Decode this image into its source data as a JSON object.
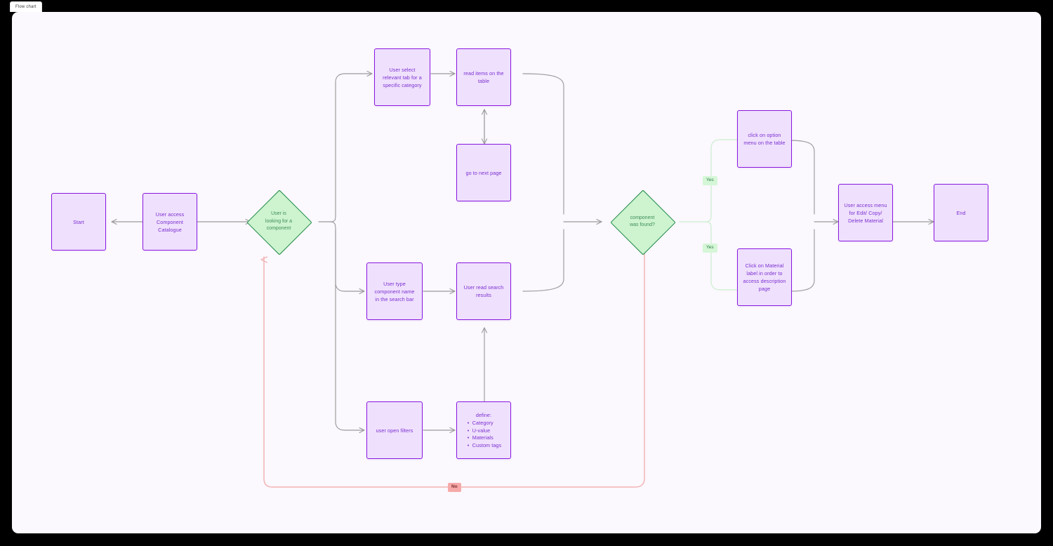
{
  "window": {
    "tab_label": "Flow chart",
    "canvas_bg": "#fbf8fe"
  },
  "colors": {
    "process_fill": "#efe0fd",
    "process_border": "#8a17e0",
    "process_text": "#7b2fd0",
    "decision_fill": "#cdf3cf",
    "decision_border": "#17883f",
    "decision_text": "#3f8f57",
    "edge_default": "#9a9a9a",
    "edge_yes": "#d7f2d9",
    "edge_no": "#f6bfbf",
    "label_yes_bg": "#d5f7d7",
    "label_no_bg": "#f7a9a9"
  },
  "chart_data": {
    "type": "diagram",
    "title": "Flow chart",
    "nodes": [
      {
        "id": "start",
        "shape": "process",
        "text": "Start"
      },
      {
        "id": "access",
        "shape": "process",
        "text": "User access\nComponent\nCatalogue"
      },
      {
        "id": "looking",
        "shape": "decision",
        "text": "User is\nlooking for a\ncomponent"
      },
      {
        "id": "select-tab",
        "shape": "process",
        "text": "User select\nrelevant tab for a\nspecific category"
      },
      {
        "id": "read-items",
        "shape": "process",
        "text": "read items on the\ntable"
      },
      {
        "id": "next-page",
        "shape": "process",
        "text": "go to next page"
      },
      {
        "id": "type-name",
        "shape": "process",
        "text": "User type\ncomponent name\nin the search bar"
      },
      {
        "id": "read-results",
        "shape": "process",
        "text": "User read search\nresults"
      },
      {
        "id": "open-filters",
        "shape": "process",
        "text": "user open filters"
      },
      {
        "id": "define",
        "shape": "process-list",
        "head": "define:",
        "items": [
          "Category",
          "U-value",
          "Materials",
          "Custom tags"
        ]
      },
      {
        "id": "found",
        "shape": "decision",
        "text": "component\nwas found?"
      },
      {
        "id": "option-menu",
        "shape": "process",
        "text": "click on option\nmenu on the table"
      },
      {
        "id": "material-label",
        "shape": "process",
        "text": "Click on Material\nlabel in order to\naccess description\npage"
      },
      {
        "id": "access-menu",
        "shape": "process",
        "text": "User access menu\nfor Edit/ Copy/\nDelete Material"
      },
      {
        "id": "end",
        "shape": "process",
        "text": "End"
      }
    ],
    "edges": [
      {
        "from": "access",
        "to": "start",
        "label": ""
      },
      {
        "from": "access",
        "to": "looking",
        "label": ""
      },
      {
        "from": "looking",
        "to": "select-tab",
        "label": ""
      },
      {
        "from": "looking",
        "to": "type-name",
        "label": ""
      },
      {
        "from": "looking",
        "to": "open-filters",
        "label": ""
      },
      {
        "from": "select-tab",
        "to": "read-items",
        "label": ""
      },
      {
        "from": "read-items",
        "to": "next-page",
        "label": "",
        "bidirectional": true
      },
      {
        "from": "read-items",
        "to": "found",
        "label": ""
      },
      {
        "from": "type-name",
        "to": "read-results",
        "label": ""
      },
      {
        "from": "read-results",
        "to": "found",
        "label": ""
      },
      {
        "from": "open-filters",
        "to": "define",
        "label": ""
      },
      {
        "from": "define",
        "to": "read-results",
        "label": ""
      },
      {
        "from": "found",
        "to": "option-menu",
        "label": "Yes"
      },
      {
        "from": "found",
        "to": "material-label",
        "label": "Yes"
      },
      {
        "from": "found",
        "to": "looking",
        "label": "No"
      },
      {
        "from": "option-menu",
        "to": "access-menu",
        "label": ""
      },
      {
        "from": "material-label",
        "to": "access-menu",
        "label": ""
      },
      {
        "from": "access-menu",
        "to": "end",
        "label": ""
      }
    ],
    "labels": {
      "yes_top": "Yes",
      "yes_bottom": "Yes",
      "no": "No"
    }
  },
  "nodes": {
    "start": {
      "text": "Start"
    },
    "access": {
      "text": "User access\nComponent\nCatalogue"
    },
    "looking": {
      "text": "User is\nlooking for a\ncomponent"
    },
    "select_tab": {
      "text": "User select\nrelevant tab for a\nspecific category"
    },
    "read_items": {
      "text": "read items on the\ntable"
    },
    "next_page": {
      "text": "go to next page"
    },
    "type_name": {
      "text": "User type\ncomponent name\nin the search bar"
    },
    "read_results": {
      "text": "User read search\nresults"
    },
    "open_filters": {
      "text": "user open filters"
    },
    "define": {
      "head": "define:",
      "item1": "Category",
      "item2": "U-value",
      "item3": "Materials",
      "item4": "Custom tags"
    },
    "found": {
      "text": "component\nwas found?"
    },
    "option_menu": {
      "text": "click on option\nmenu on the table"
    },
    "material_label": {
      "text": "Click on Material\nlabel in order to\naccess description\npage"
    },
    "access_menu": {
      "text": "User access menu\nfor Edit/ Copy/\nDelete Material"
    },
    "end": {
      "text": "End"
    }
  },
  "edge_labels": {
    "yes_top": "Yes",
    "yes_bottom": "Yes",
    "no": "No"
  }
}
